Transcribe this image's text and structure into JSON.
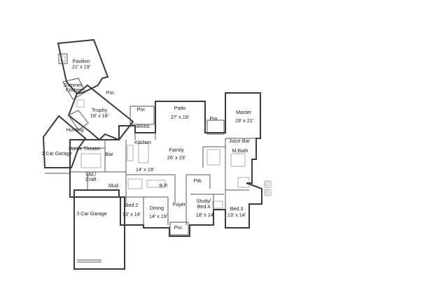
{
  "rooms": [
    {
      "id": "pavilion",
      "name": "Pavilion",
      "dims": "21' x 19'"
    },
    {
      "id": "summer-kitchen",
      "name": "Summer",
      "name2": "Kitchen"
    },
    {
      "id": "por-1",
      "name": "Por."
    },
    {
      "id": "trophy",
      "name": "Trophy",
      "dims": "19' x 18'"
    },
    {
      "id": "hunting",
      "name": "Hunting"
    },
    {
      "id": "car-garage-1",
      "name": "1 Car Garage"
    },
    {
      "id": "home-theater",
      "name": "Home Theater"
    },
    {
      "id": "bar",
      "name": "Bar"
    },
    {
      "id": "kitchen",
      "name": "Kitchen",
      "dims": "14' x 19'"
    },
    {
      "id": "brkfst",
      "name": "Brkfst."
    },
    {
      "id": "por-2",
      "name": "Por."
    },
    {
      "id": "patio",
      "name": "Patio",
      "dims": "27' x 19'"
    },
    {
      "id": "por-3",
      "name": "Por."
    },
    {
      "id": "master",
      "name": "Master",
      "dims": "19' x 21'"
    },
    {
      "id": "juice-bar",
      "name": "Juice Bar"
    },
    {
      "id": "m-bath",
      "name": "M.Bath"
    },
    {
      "id": "family",
      "name": "Family",
      "dims": "26' x 23'"
    },
    {
      "id": "util-craft",
      "name": "Util./",
      "name2": "Craft"
    },
    {
      "id": "mud",
      "name": "Mud"
    },
    {
      "id": "bp",
      "name": "B.P."
    },
    {
      "id": "pwdr",
      "name": "Pdr."
    },
    {
      "id": "car-garage-3",
      "name": "3 Car Garage"
    },
    {
      "id": "bed-2",
      "name": "Bed.2",
      "dims": "13' x 14'"
    },
    {
      "id": "dining",
      "name": "Dining",
      "dims": "14' x 19'"
    },
    {
      "id": "foyer",
      "name": "Foyer"
    },
    {
      "id": "study",
      "name": "Study/",
      "name2": "Bed.4",
      "dims": "18' x 14'"
    },
    {
      "id": "bed-3",
      "name": "Bed.3",
      "dims": "13' x 14'"
    },
    {
      "id": "por-4",
      "name": "Por."
    }
  ]
}
